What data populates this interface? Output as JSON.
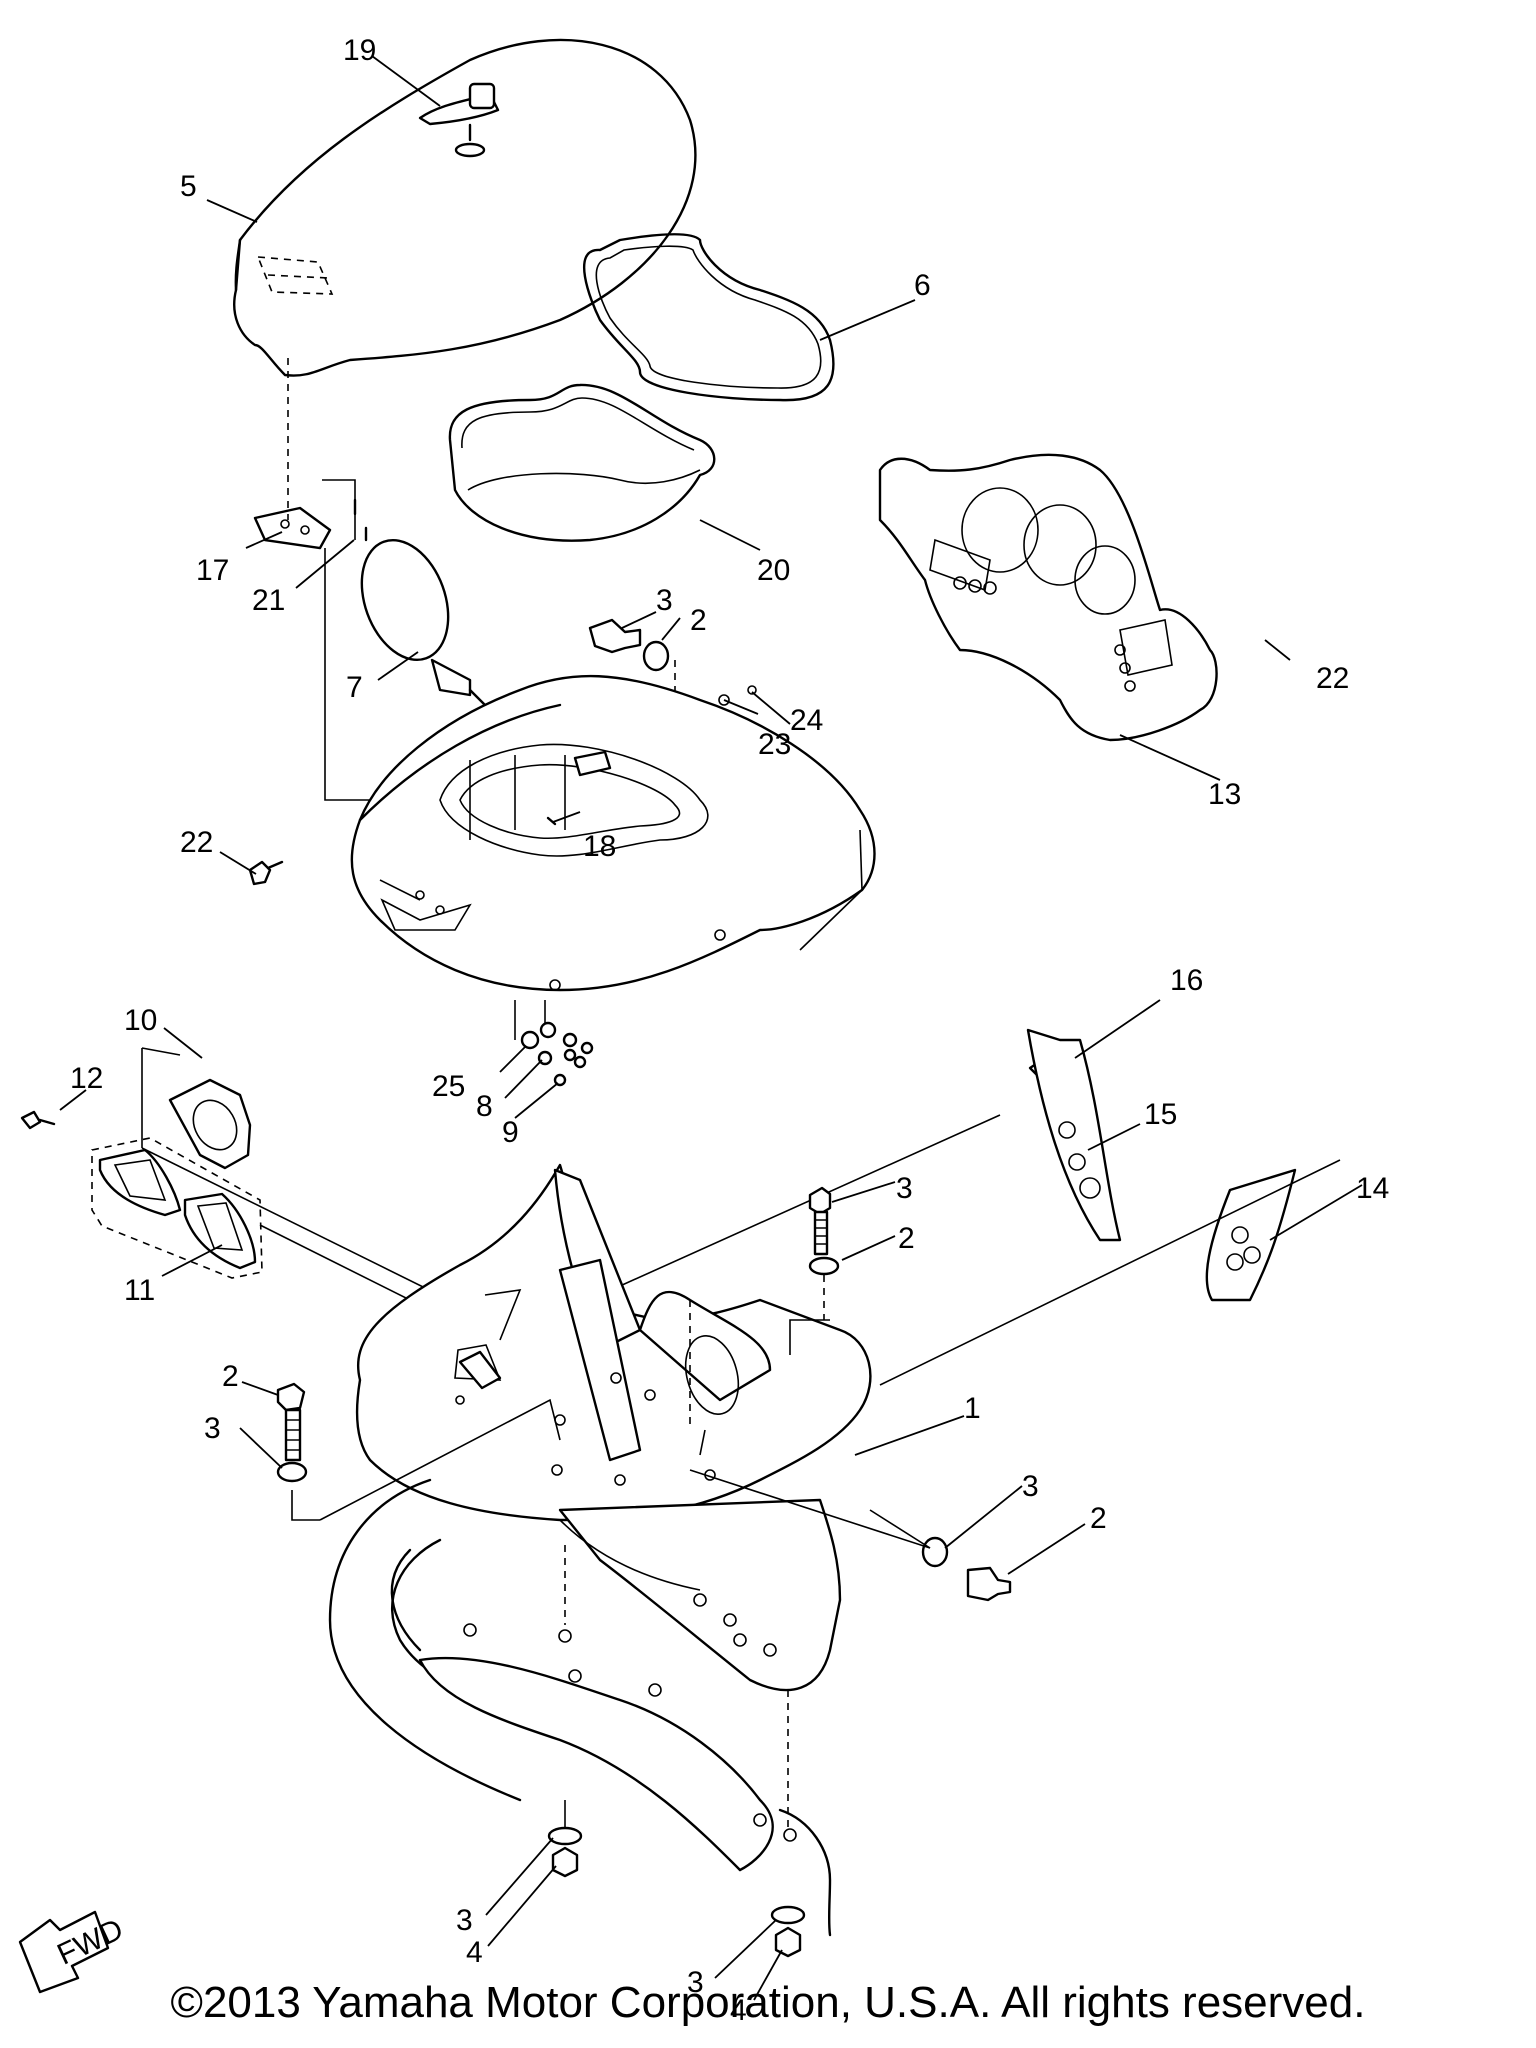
{
  "parts": [
    {
      "id": "p1",
      "number": "1",
      "name": "main-console-body"
    },
    {
      "id": "p2a",
      "number": "2",
      "name": "washer"
    },
    {
      "id": "p2b",
      "number": "2",
      "name": "bolt"
    },
    {
      "id": "p2c",
      "number": "2",
      "name": "bolt"
    },
    {
      "id": "p2d",
      "number": "2",
      "name": "bolt"
    },
    {
      "id": "p3a",
      "number": "3",
      "name": "bolt"
    },
    {
      "id": "p3b",
      "number": "3",
      "name": "bolt"
    },
    {
      "id": "p3c",
      "number": "3",
      "name": "washer"
    },
    {
      "id": "p3d",
      "number": "3",
      "name": "washer"
    },
    {
      "id": "p3e",
      "number": "3",
      "name": "washer"
    },
    {
      "id": "p3f",
      "number": "3",
      "name": "washer"
    },
    {
      "id": "p4a",
      "number": "4",
      "name": "nut"
    },
    {
      "id": "p4b",
      "number": "4",
      "name": "nut"
    },
    {
      "id": "p5",
      "number": "5",
      "name": "hood-lid"
    },
    {
      "id": "p6",
      "number": "6",
      "name": "seal-gasket"
    },
    {
      "id": "p7",
      "number": "7",
      "name": "mirror"
    },
    {
      "id": "p8",
      "number": "8",
      "name": "washer"
    },
    {
      "id": "p9",
      "number": "9",
      "name": "nut"
    },
    {
      "id": "p10",
      "number": "10",
      "name": "vent-cover"
    },
    {
      "id": "p11",
      "number": "11",
      "name": "grille-set"
    },
    {
      "id": "p12",
      "number": "12",
      "name": "screw"
    },
    {
      "id": "p13",
      "number": "13",
      "name": "meter-panel"
    },
    {
      "id": "p14",
      "number": "14",
      "name": "plate"
    },
    {
      "id": "p15",
      "number": "15",
      "name": "plate"
    },
    {
      "id": "p16",
      "number": "16",
      "name": "screw"
    },
    {
      "id": "p17",
      "number": "17",
      "name": "hinge"
    },
    {
      "id": "p18",
      "number": "18",
      "name": "screw"
    },
    {
      "id": "p19",
      "number": "19",
      "name": "latch"
    },
    {
      "id": "p20",
      "number": "20",
      "name": "storage-tray"
    },
    {
      "id": "p21",
      "number": "21",
      "name": "screw"
    },
    {
      "id": "p22a",
      "number": "22",
      "name": "screw"
    },
    {
      "id": "p22b",
      "number": "22",
      "name": "screw"
    },
    {
      "id": "p23",
      "number": "23",
      "name": "washer"
    },
    {
      "id": "p24",
      "number": "24",
      "name": "nut"
    },
    {
      "id": "p25",
      "number": "25",
      "name": "washer"
    }
  ],
  "fwd_label": "FWD",
  "copyright": "©2013 Yamaha Motor Corporation, U.S.A. All rights reserved."
}
